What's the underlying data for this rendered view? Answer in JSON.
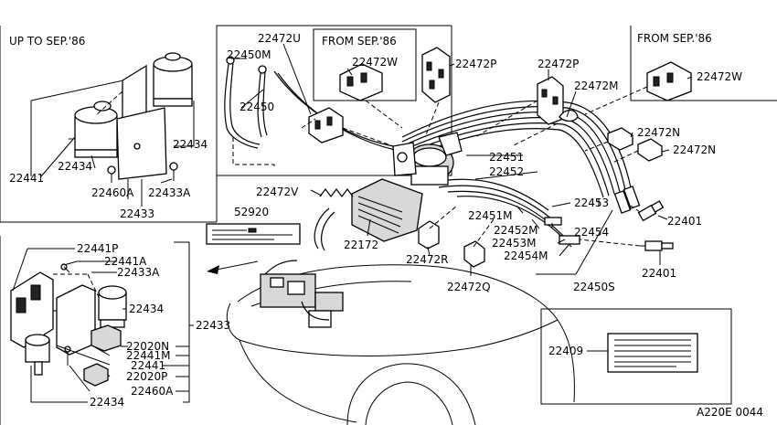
{
  "headers": {
    "up_to": "UP TO SEP.'86",
    "from_center": "FROM SEP.'86",
    "from_right": "FROM SEP.'86"
  },
  "labels": {
    "p22441_tl": "22441",
    "p22434_tl_a": "22434",
    "p22434_tl_b": "22434",
    "p22460A_tl": "22460A",
    "p22433A_tl": "22433A",
    "p22433_tl": "22433",
    "p22472U": "22472U",
    "p22450M": "22450M",
    "p22450": "22450",
    "p22472W_c": "22472W",
    "p22472P_a": "22472P",
    "p22472P_b": "22472P",
    "p22472M": "22472M",
    "p22472W_r": "22472W",
    "p22472N_a": "22472N",
    "p22472N_b": "22472N",
    "p22451": "22451",
    "p22452": "22452",
    "p22453": "22453",
    "p22401_a": "22401",
    "p22401_b": "22401",
    "p22454": "22454",
    "p22451M": "22451M",
    "p22452M": "22452M",
    "p22453M": "22453M",
    "p22454M": "22454M",
    "p22472V": "22472V",
    "p52920": "52920",
    "p22172": "22172",
    "p22472R": "22472R",
    "p22472Q": "22472Q",
    "p22450S": "22450S",
    "p22441P": "22441P",
    "p22441A": "22441A",
    "p22433A_bl": "22433A",
    "p22434_bl_a": "22434",
    "p22433_bl": "22433",
    "p22020N": "22020N",
    "p22441M": "22441M",
    "p22441_bl": "22441",
    "p22020P": "22020P",
    "p22460A_bl": "22460A",
    "p22434_bl_b": "22434",
    "p22409": "22409",
    "code": "A220E 0044"
  },
  "colors": {
    "line": "#000000",
    "background": "#ffffff",
    "part_fill": "#d8d8d8"
  }
}
